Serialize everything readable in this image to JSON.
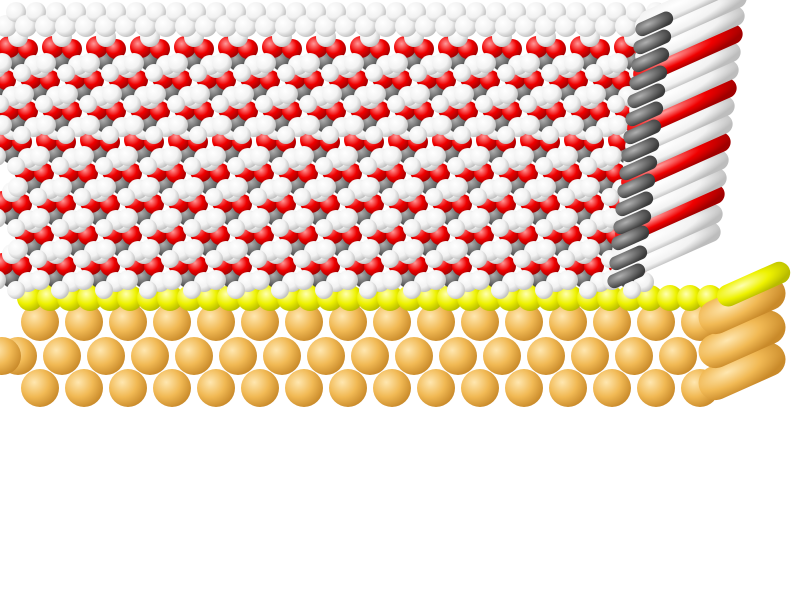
{
  "scene": {
    "background": "#ffffff",
    "colors": {
      "gold": "#f0b64e",
      "sulfur": "#ecf000",
      "carbon": "#6e6e6e",
      "oxygen": "#f00000",
      "hydrogen": "#ffffff"
    },
    "layers": [
      {
        "name": "gold-substrate",
        "element": "Au",
        "rows": 3
      },
      {
        "name": "sulfur-anchor-layer",
        "element": "S",
        "rows": 1
      },
      {
        "name": "monolayer-chain-region",
        "elements": [
          "C",
          "O",
          "H"
        ],
        "rows": 7
      }
    ]
  }
}
